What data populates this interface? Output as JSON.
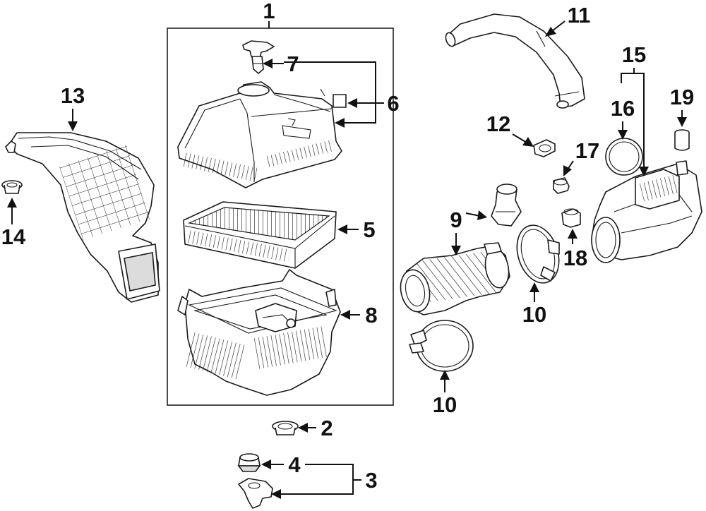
{
  "callouts": {
    "c1": "1",
    "c2": "2",
    "c3": "3",
    "c4": "4",
    "c5": "5",
    "c6": "6",
    "c7": "7",
    "c8": "8",
    "c9": "9",
    "c10a": "10",
    "c10b": "10",
    "c11": "11",
    "c12": "12",
    "c13": "13",
    "c14": "14",
    "c15": "15",
    "c16": "16",
    "c17": "17",
    "c18": "18",
    "c19": "19"
  },
  "colors": {
    "line": "#1a1a1a",
    "background": "#ffffff"
  }
}
